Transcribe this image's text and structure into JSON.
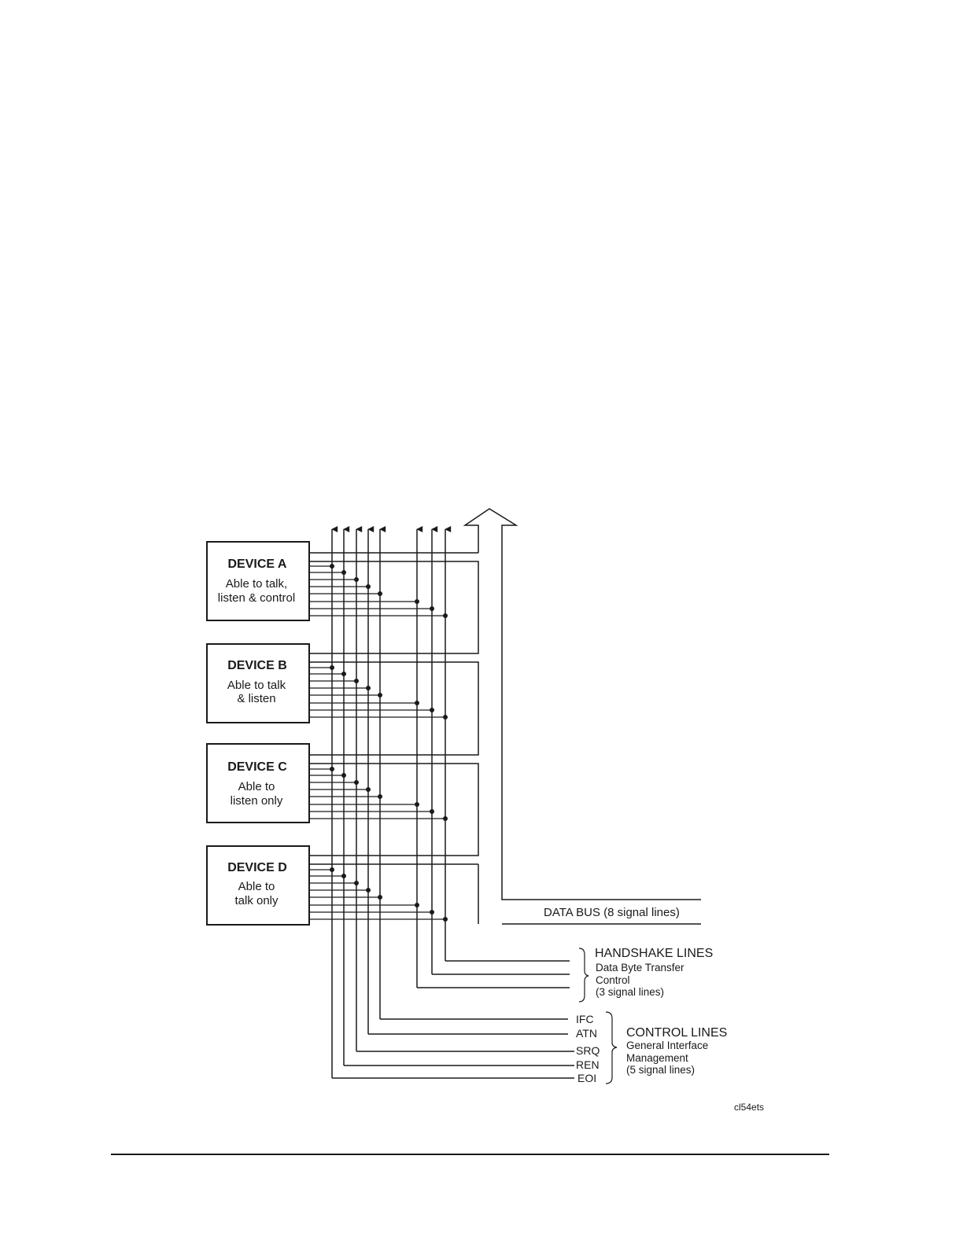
{
  "devices": [
    {
      "name": "DEVICE A",
      "line1": "Able to talk,",
      "line2": "listen & control"
    },
    {
      "name": "DEVICE B",
      "line1": "Able to talk",
      "line2": "& listen"
    },
    {
      "name": "DEVICE C",
      "line1": "Able to",
      "line2": "listen only"
    },
    {
      "name": "DEVICE D",
      "line1": "Able to",
      "line2": "talk only"
    }
  ],
  "data_bus": {
    "label": "DATA BUS  (8 signal lines)"
  },
  "handshake": {
    "title": "HANDSHAKE LINES",
    "sub1": "Data Byte Transfer",
    "sub2": "Control",
    "sub3": "(3 signal lines)"
  },
  "control": {
    "title": "CONTROL LINES",
    "sub1": "General Interface",
    "sub2": "Management",
    "sub3": "(5 signal lines)",
    "signals": [
      "IFC",
      "ATN",
      "SRQ",
      "REN",
      "EOI"
    ]
  },
  "figure_id": "cl54ets"
}
